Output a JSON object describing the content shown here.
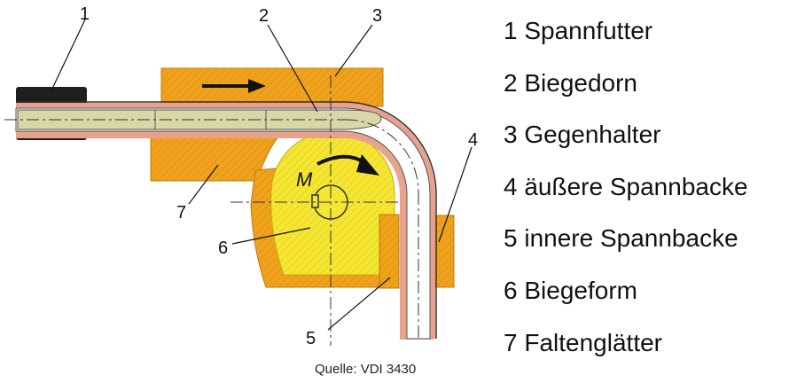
{
  "callouts": [
    "1",
    "2",
    "3",
    "4",
    "5",
    "6",
    "7"
  ],
  "moment_label": "M",
  "legend": [
    "1 Spannfutter",
    "2 Biegedorn",
    "3 Gegenhalter",
    "4 äußere Spannbacke",
    "5 innere Spannbacke",
    "6 Biegeform",
    "7 Faltenglätter"
  ],
  "source": "Quelle: VDI 3430",
  "colors": {
    "part_orange": "#F0A21C",
    "form_yellow": "#F5E633",
    "chuck": "#1f1f1f",
    "tube_wall": "#E8A28C",
    "mandrel": "#D9D6A8",
    "hatch": "#C98A12"
  }
}
